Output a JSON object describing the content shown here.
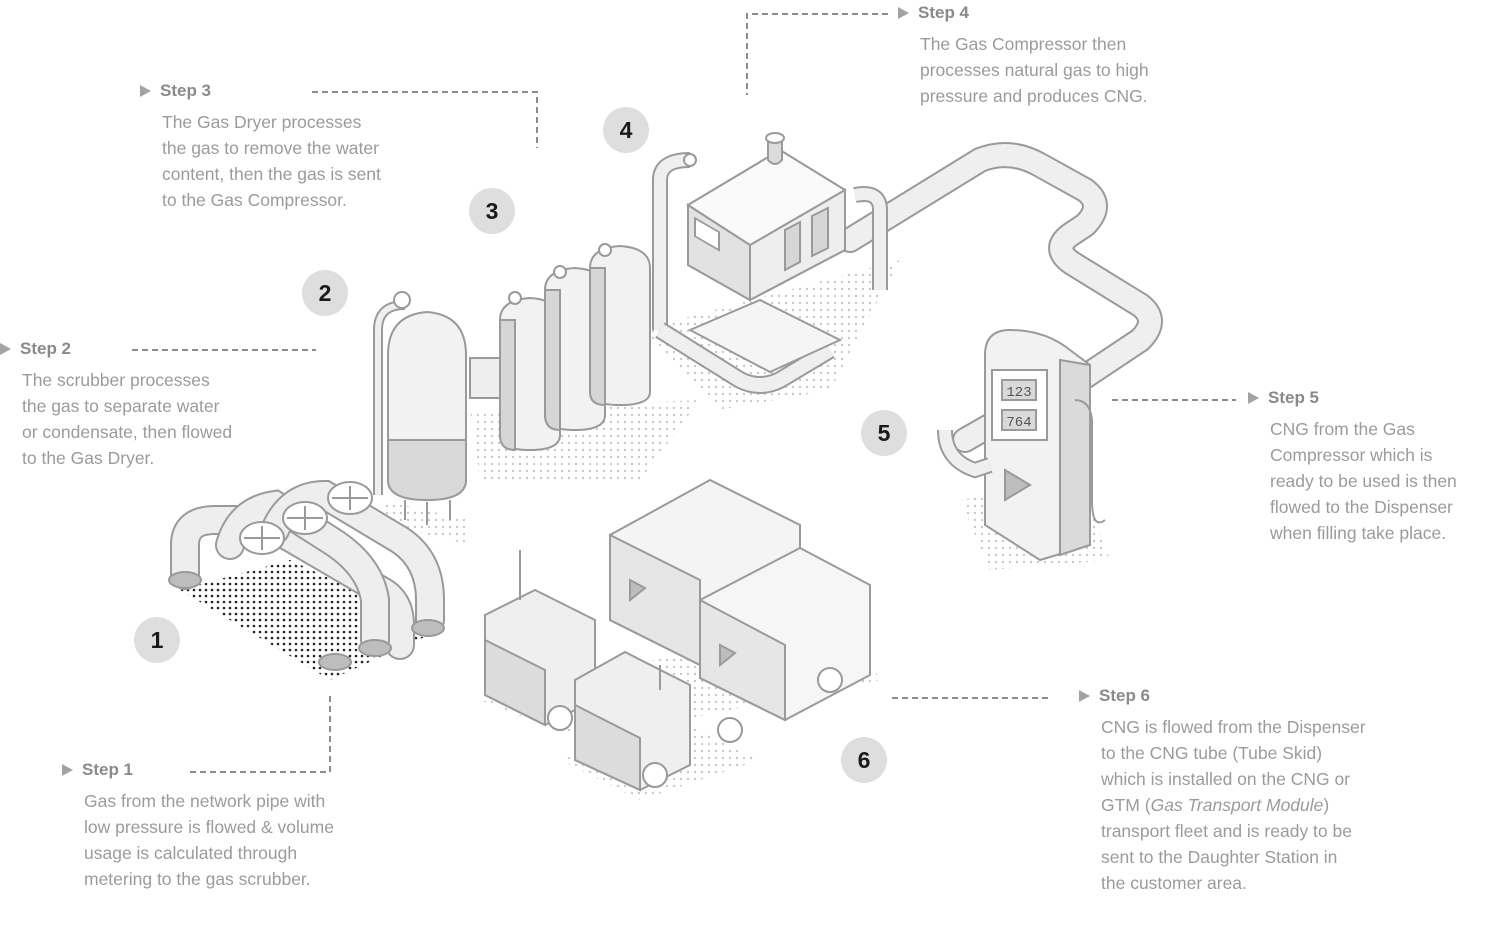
{
  "steps": [
    {
      "id": 1,
      "title": "Step 1",
      "desc": "Gas from the network pipe with\nlow pressure is flowed & volume\nusage is calculated through\nmetering to the gas scrubber."
    },
    {
      "id": 2,
      "title": "Step 2",
      "desc": "The scrubber processes\nthe gas to separate water\nor condensate, then flowed\nto the Gas Dryer."
    },
    {
      "id": 3,
      "title": "Step 3",
      "desc": "The Gas Dryer processes\nthe  gas to remove the water\ncontent,  then the gas is sent\nto the Gas  Compressor."
    },
    {
      "id": 4,
      "title": "Step 4",
      "desc": "The Gas Compressor then\nprocesses natural gas to high\npressure and produces CNG."
    },
    {
      "id": 5,
      "title": "Step 5",
      "desc": "CNG from the Gas\nCompressor  which is\nready to be used is then\nflowed to the Dispenser\nwhen  filling take place."
    },
    {
      "id": 6,
      "title": "Step 6",
      "desc_before": "CNG is flowed from the Dispenser\nto the  CNG tube (Tube Skid)\nwhich is installed on  the CNG or\nGTM (",
      "desc_italic": "Gas Transport Module",
      "desc_after": ")\ntransport fleet and is ready to be\nsent to the  Daughter Station in\nthe customer area."
    }
  ],
  "badges": [
    "1",
    "2",
    "3",
    "4",
    "5",
    "6"
  ],
  "dispenser_digits": {
    "top": "123",
    "bottom": "764"
  },
  "colors": {
    "line": "#9a9a9a",
    "fill_light": "#ececec",
    "fill_mid": "#d4d4d4",
    "text": "#9b9b9b",
    "badge": "#dedede"
  }
}
